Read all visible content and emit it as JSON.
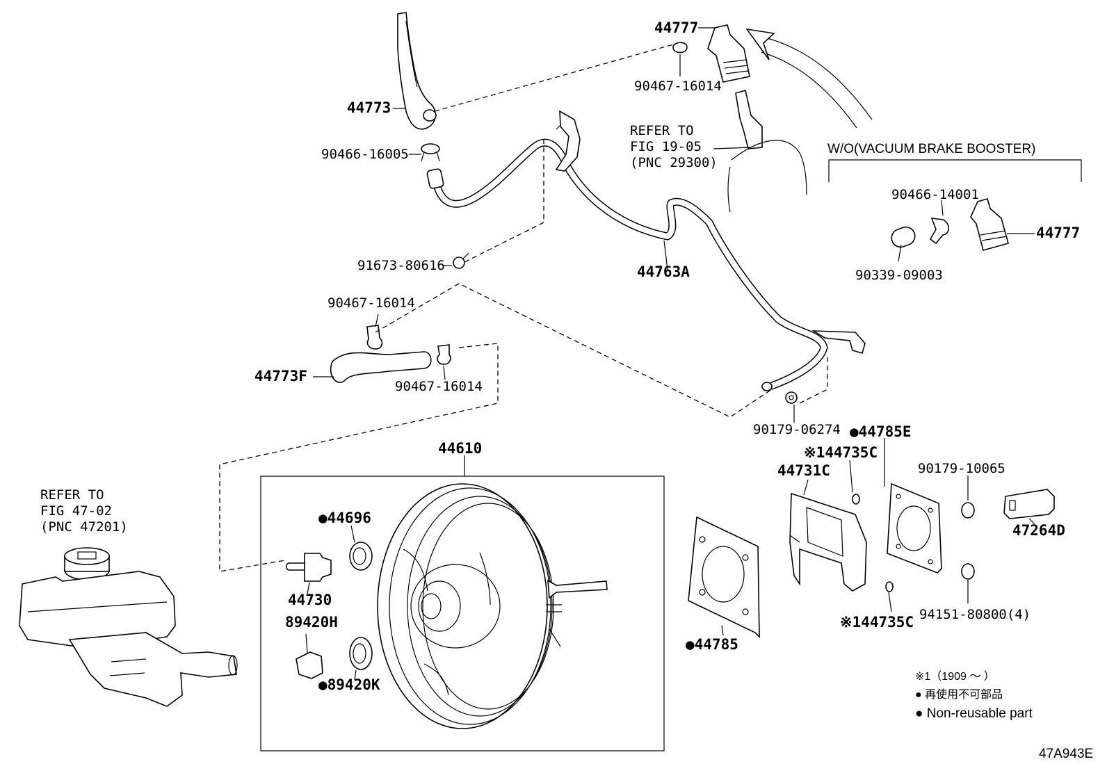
{
  "labels": {
    "l44777_top": "44777",
    "l90467_16014_top": "90467-16014",
    "l44773": "44773",
    "l90466_16005": "90466-16005",
    "l91673_80616": "91673-80616",
    "l44763A": "44763A",
    "l90467_16014_mid": "90467-16014",
    "l44773F": "44773F",
    "l90467_16014_low": "90467-16014",
    "l90179_06274": "90179-06274",
    "l90466_14001": "90466-14001",
    "l44777_right": "44777",
    "l90339_09003": "90339-09003",
    "l44785E": "●44785E",
    "l44735C_top": "※144735C",
    "l44731C": "44731C",
    "l90179_10065": "90179-10065",
    "l47264D": "47264D",
    "l94151_80800": "94151-80800(4)",
    "l44735C_bottom": "※144735C",
    "l44785": "●44785",
    "l44610": "44610",
    "l44696": "●44696",
    "l44730": "44730",
    "l89420H": "89420H",
    "l89420K": "●89420K"
  },
  "refs": {
    "refer_top_1": "REFER TO",
    "refer_top_2": "FIG 19-05",
    "refer_top_3": "(PNC 29300)",
    "refer_left_1": "REFER TO",
    "refer_left_2": "FIG 47-02",
    "refer_left_3": "(PNC 47201)"
  },
  "variant_header": "W/O(VACUUM BRAKE BOOSTER)",
  "legend": {
    "note1": "※1（1909  ～     ）",
    "line_jp": "●  再使用不可部品",
    "line_en": "●  Non-reusable part"
  },
  "figure_code": "47A943E"
}
